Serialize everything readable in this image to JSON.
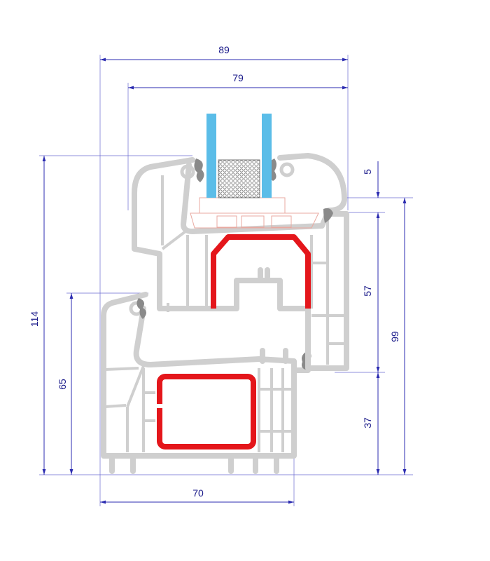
{
  "title": "Window profile cross-section with dimensions",
  "dimensions": {
    "overall_width": "89",
    "sash_width": "79",
    "total_height": "114",
    "frame_height": "65",
    "glass_rebate": "5",
    "sash_height": "57",
    "sash_plus_frame": "99",
    "frame_visible": "37",
    "frame_depth": "70"
  },
  "colors": {
    "dimension_lines": "#2b2bb0",
    "pvc_profile": "#cfcfcf",
    "steel_reinforcement": "#e4161b",
    "glass": "#5bbde8"
  }
}
